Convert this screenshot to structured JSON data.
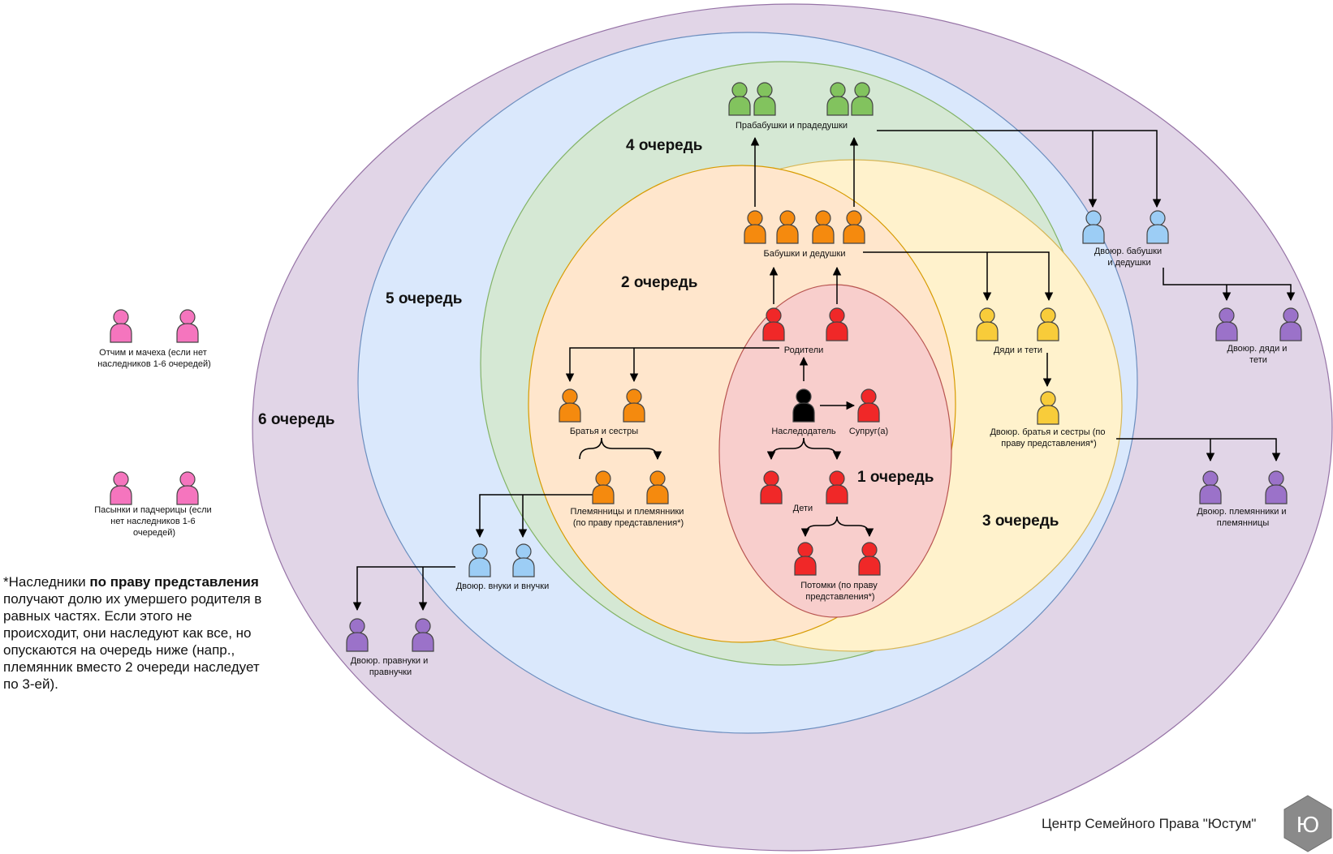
{
  "orders": {
    "o1": "1 очередь",
    "o2": "2 очередь",
    "o3": "3 очередь",
    "o4": "4 очередь",
    "o5": "5 очередь",
    "o6": "6 очередь"
  },
  "labels": {
    "great_grandparents": "Прабабушки и прадедушки",
    "grandparents": "Бабушки и дедушки",
    "parents": "Родители",
    "testator": "Наследодатель",
    "spouse": "Супруг(а)",
    "children": "Дети",
    "descendants": [
      "Потомки (по праву",
      "представления*)"
    ],
    "siblings": "Братья и сестры",
    "nephews": [
      "Племянницы и племянники",
      "(по праву представления*)"
    ],
    "uncles": "Дяди и тети",
    "cousins": [
      "Двоюр. братья и сестры (по",
      "праву представления*)"
    ],
    "great_uncles": [
      "Двоюр. бабушки",
      "и дедушки"
    ],
    "cousin_grandchildren": "Двоюр. внуки и внучки",
    "cousin_uncles": [
      "Двоюр. дяди и",
      "тети"
    ],
    "cousin_nephews": [
      "Двоюр. племянники и",
      "племянницы"
    ],
    "cousin_great_grandchildren": [
      "Двоюр. правнуки и",
      "правнучки"
    ],
    "stepparents": [
      "Отчим и мачеха (если нет",
      "наследников 1-6 очередей)"
    ],
    "stepchildren": [
      "Пасынки и падчерицы (если",
      "нет наследников 1-6",
      "очередей)"
    ]
  },
  "note": {
    "prefix": "*Наследники ",
    "bold": "по праву представления",
    "suffix": " получают долю их умершего родителя в равных частях. Если этого не происходит, они наследуют как все, но опускаются на очередь ниже (напр., племянник вместо 2 очереди наследует по 3-ей)."
  },
  "footer": {
    "brand": "Центр Семейного Права \"Юстум\"",
    "logo_letter": "Ю"
  },
  "colors": {
    "order6": "#e1d5e7",
    "order5": "#dae8fc",
    "order4": "#d5e8d4",
    "order3": "#fff2cc",
    "order2": "#ffe6cc",
    "order1": "#f8cecc",
    "person_green": "#82c35e",
    "person_orange": "#f58a0e",
    "person_red": "#f02828",
    "person_yellow": "#f8cc3a",
    "person_blue": "#9ccdf5",
    "person_purple": "#9b72c9",
    "person_pink": "#f575be",
    "person_black": "#000000"
  }
}
